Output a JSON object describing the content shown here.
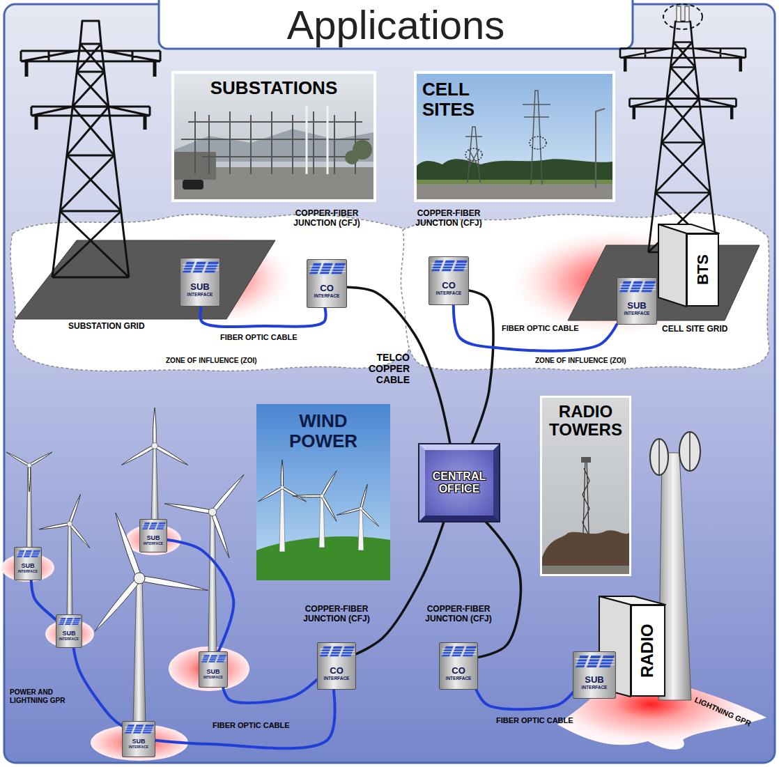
{
  "diagram": {
    "title": "Applications",
    "nodes": [
      {
        "text": [
          "SUBSTATIONS"
        ]
      },
      {
        "text": [
          "CELL SITES"
        ]
      },
      {
        "text": [
          "SUB",
          "INTERFACE"
        ]
      },
      {
        "text": [
          "CO",
          "INTERFACE"
        ]
      },
      {
        "text": [
          "CO",
          "INTERFACE"
        ]
      },
      {
        "text": [
          "SUB",
          "INTERFACE"
        ]
      },
      {
        "text": [
          "BTS"
        ]
      },
      {
        "text": [
          "WIND POWER"
        ]
      },
      {
        "text": [
          "CENTRAL OFFICE"
        ]
      },
      {
        "text": [
          "RADIO TOWERS"
        ]
      },
      {
        "text": [
          "SUB",
          "INTERFACE"
        ]
      },
      {
        "text": [
          "SUB",
          "INTERFACE"
        ]
      },
      {
        "text": [
          "SUB",
          "INTERFACE"
        ]
      },
      {
        "text": [
          "SUB",
          "INTERFACE"
        ]
      },
      {
        "text": [
          "CO",
          "INTERFACE"
        ]
      },
      {
        "text": [
          "CO",
          "INTERFACE"
        ]
      },
      {
        "text": [
          "SUB",
          "INTERFACE"
        ]
      },
      {
        "text": [
          "RADIO"
        ]
      },
      {
        "text": [
          "SUB",
          "INTERFACE"
        ]
      }
    ],
    "edges": [
      {
        "from": 2,
        "to": 3,
        "arrow": "none",
        "label": "FIBER OPTIC CABLE"
      },
      {
        "from": 3,
        "to": 8,
        "arrow": "none",
        "label": "TELCO COPPER CABLE"
      },
      {
        "from": 4,
        "to": 8,
        "arrow": "none"
      },
      {
        "from": 5,
        "to": 4,
        "arrow": "none",
        "label": "FIBER OPTIC CABLE"
      },
      {
        "from": 14,
        "to": 8,
        "arrow": "none"
      },
      {
        "from": 15,
        "to": 8,
        "arrow": "none"
      },
      {
        "from": 16,
        "to": 15,
        "arrow": "none",
        "label": "FIBER OPTIC CABLE"
      },
      {
        "from": 10,
        "to": 12,
        "arrow": "none"
      },
      {
        "from": 12,
        "to": 18,
        "arrow": "none"
      },
      {
        "from": 11,
        "to": 13,
        "arrow": "none"
      },
      {
        "from": 13,
        "to": 14,
        "arrow": "none"
      },
      {
        "from": 18,
        "to": 14,
        "arrow": "none",
        "label": "FIBER OPTIC CABLE"
      }
    ],
    "labels": [
      "COPPER-FIBER JUNCTION (CFJ)",
      "COPPER-FIBER JUNCTION (CFJ)",
      "SUBSTATION GRID",
      "CELL SITE GRID",
      "ZONE OF INFLUENCE (ZOI)",
      "ZONE OF INFLUENCE (ZOI)",
      "COPPER-FIBER JUNCTION (CFJ)",
      "COPPER-FIBER JUNCTION (CFJ)",
      "POWER AND LIGHTNING GPR",
      "LIGHTNING GPR"
    ]
  }
}
